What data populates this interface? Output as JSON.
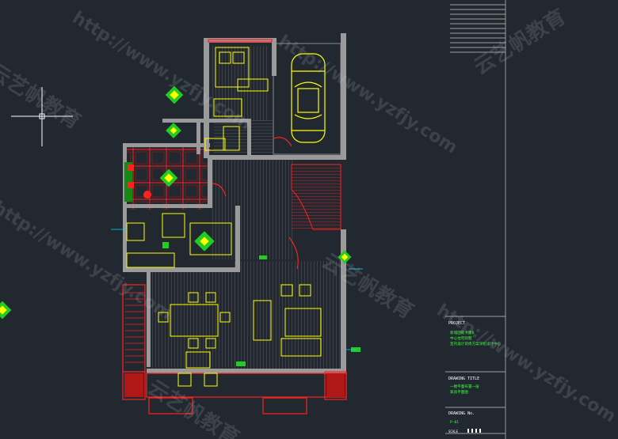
{
  "viewport": {
    "background": "#212830"
  },
  "colors": {
    "wall": "#9a9a9a",
    "floor_line": "#8a8a8a",
    "furniture": "#ffff00",
    "red": "#ff2020",
    "green_tag": "#22cc22",
    "cyan_tag": "#00e0ff",
    "titleblock_line": "#c8c8c8"
  },
  "watermark": {
    "url_text": "http://www.yzfjy.com",
    "brand_text": "云艺帆教育"
  },
  "title_block": {
    "project_label": "PROJECT",
    "project_lines": [
      "新城国际大厦B",
      "中心住宅别墅",
      "室内设计装修方案深化设计中心"
    ],
    "drawing_title_label": "DRAWING TITLE",
    "drawing_title_lines": [
      "一楼平面布置一层",
      "家具平面图"
    ],
    "drawing_no_label": "DRAWING No.",
    "drawing_no_value": "P-01",
    "scale_label": "SCALE"
  },
  "icons": {
    "ucs": "ucs-crosshair-icon",
    "car": "car-icon",
    "tag": "green-diamond-tag-icon"
  }
}
